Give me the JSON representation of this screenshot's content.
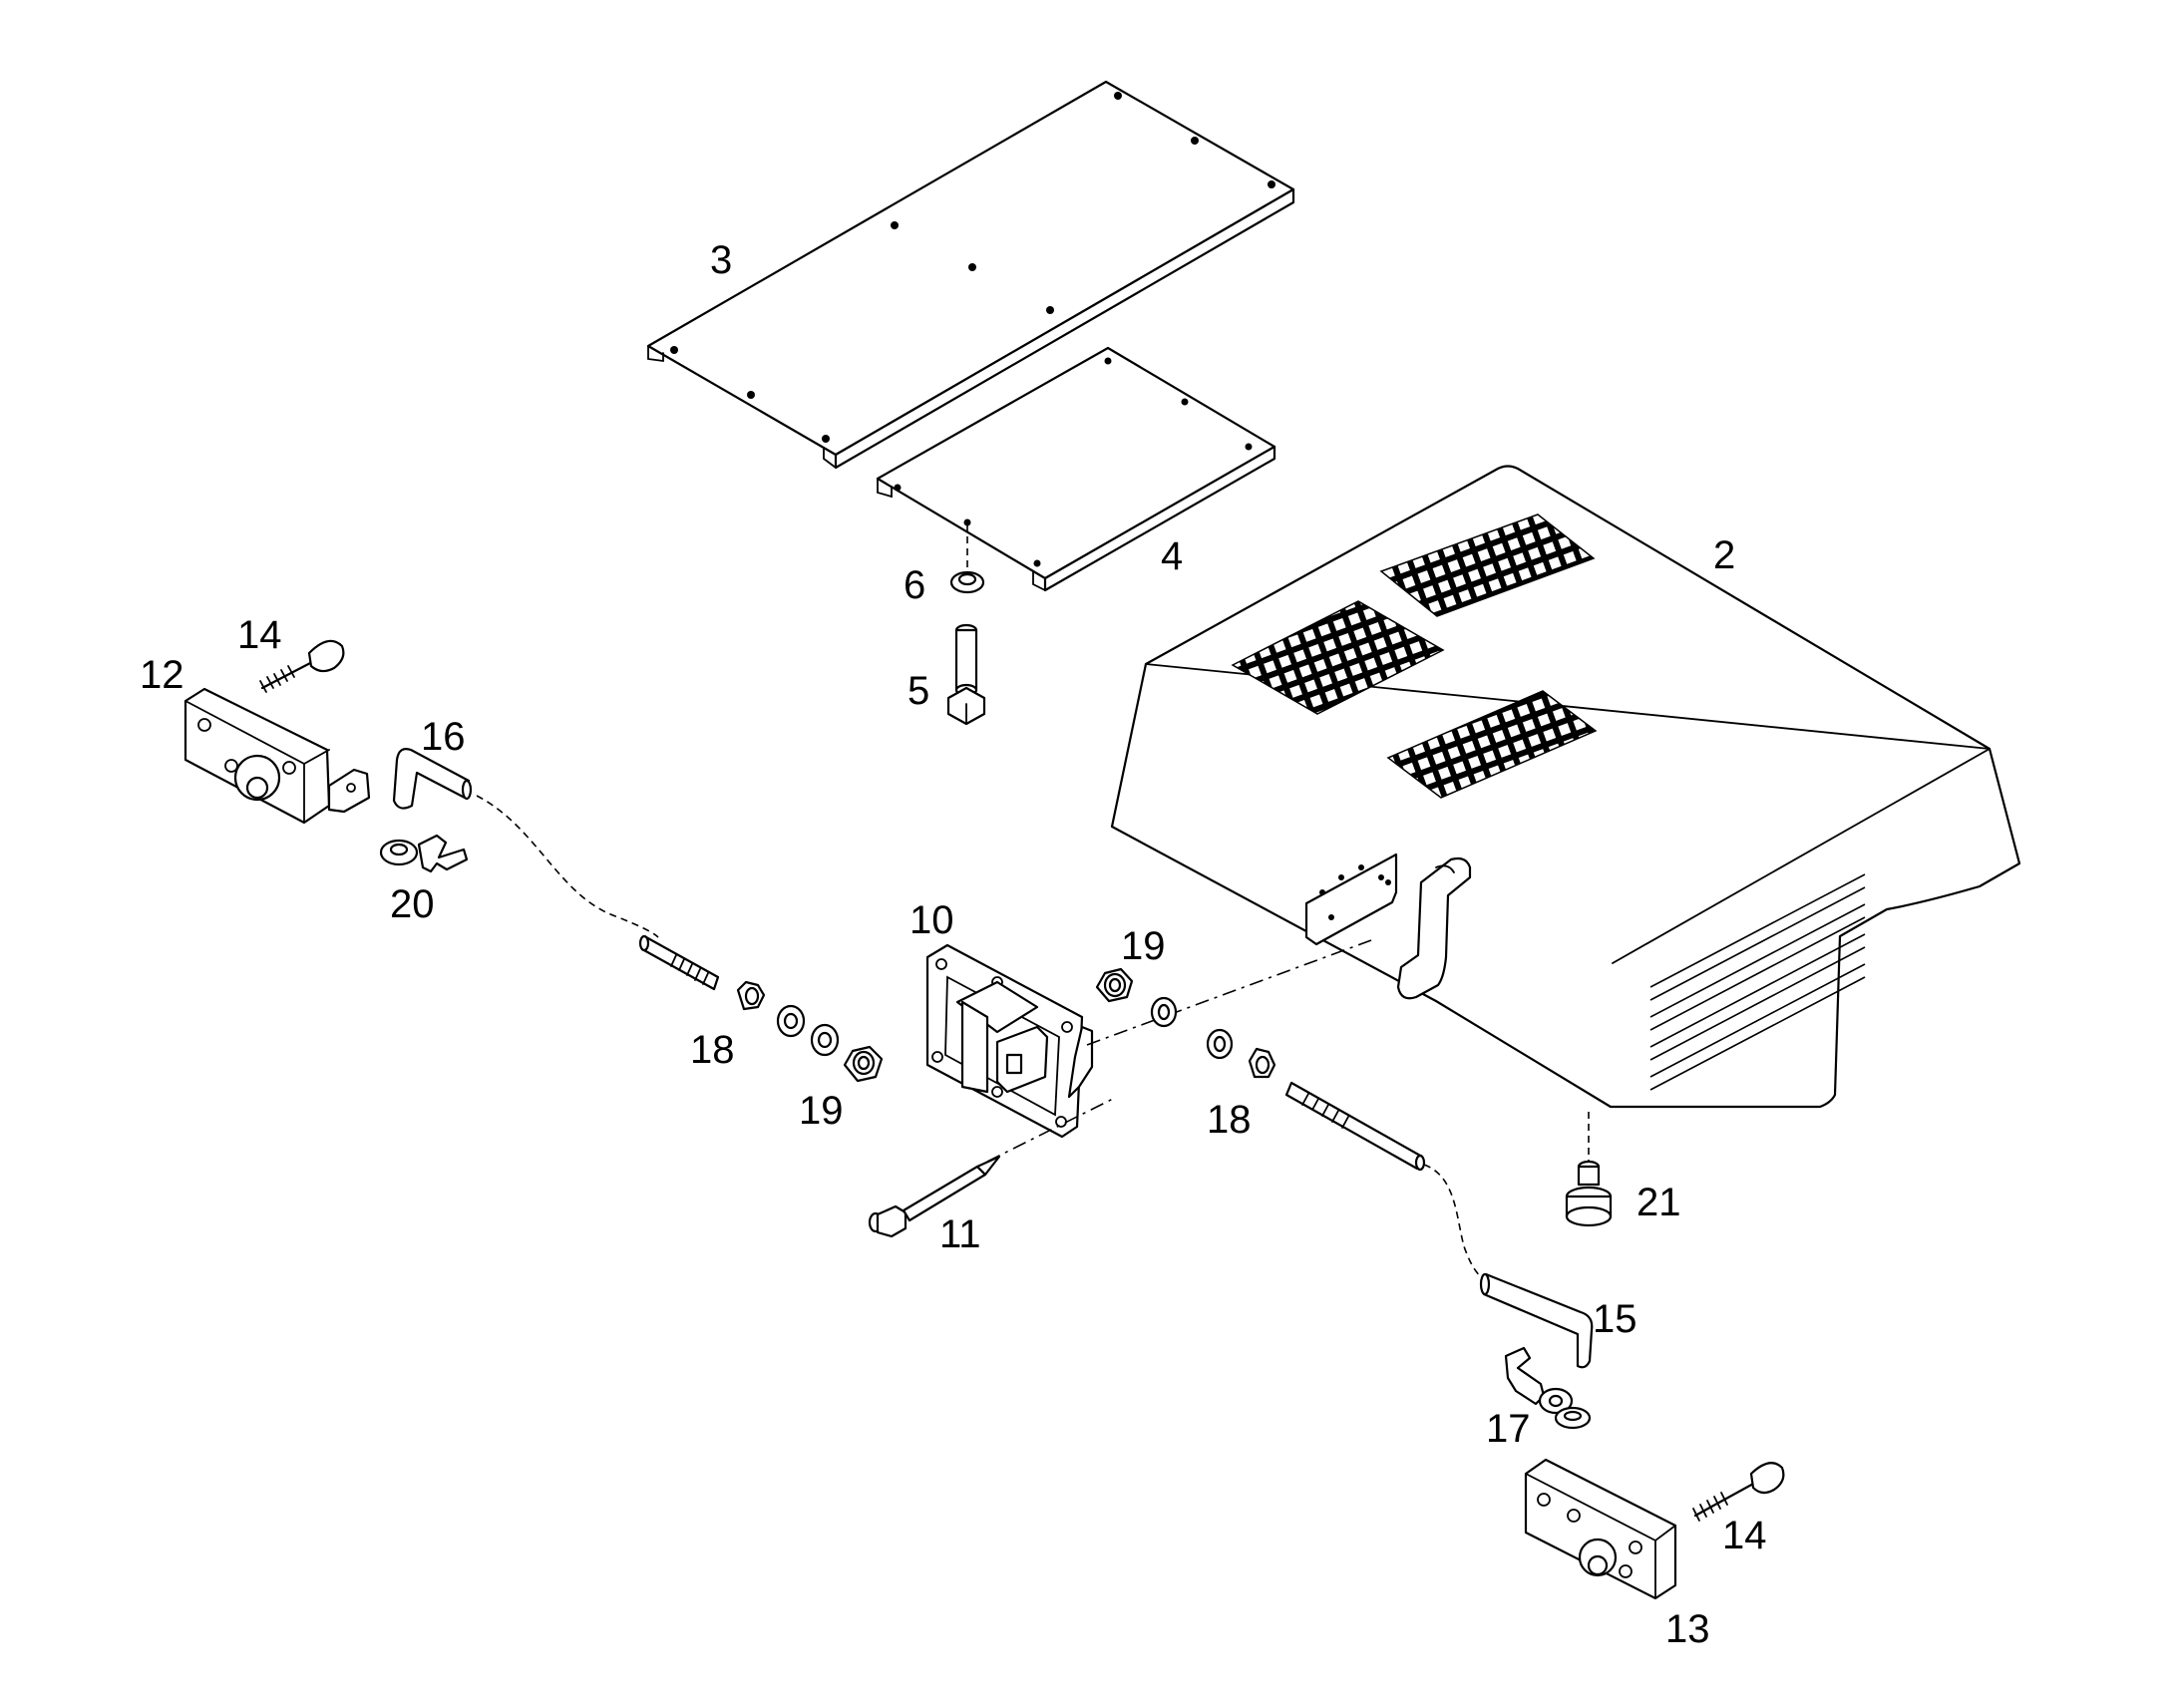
{
  "diagram": {
    "callouts": [
      {
        "id": "c3",
        "text": "3"
      },
      {
        "id": "c4",
        "text": "4"
      },
      {
        "id": "c2",
        "text": "2"
      },
      {
        "id": "c6",
        "text": "6"
      },
      {
        "id": "c5",
        "text": "5"
      },
      {
        "id": "c14a",
        "text": "14"
      },
      {
        "id": "c12",
        "text": "12"
      },
      {
        "id": "c16",
        "text": "16"
      },
      {
        "id": "c20",
        "text": "20"
      },
      {
        "id": "c10",
        "text": "10"
      },
      {
        "id": "c19a",
        "text": "19"
      },
      {
        "id": "c18a",
        "text": "18"
      },
      {
        "id": "c19b",
        "text": "19"
      },
      {
        "id": "c18b",
        "text": "18"
      },
      {
        "id": "c11",
        "text": "11"
      },
      {
        "id": "c21",
        "text": "21"
      },
      {
        "id": "c15",
        "text": "15"
      },
      {
        "id": "c17",
        "text": "17"
      },
      {
        "id": "c14b",
        "text": "14"
      },
      {
        "id": "c13",
        "text": "13"
      }
    ]
  }
}
